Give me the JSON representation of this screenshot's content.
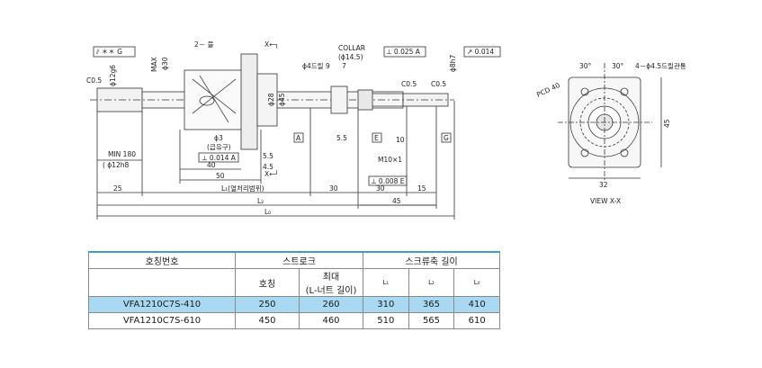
{
  "drawing": {
    "symbols": {
      "runout_box": "⫽ ＊＊ G",
      "parallel_box": "⊥ 0.025 A",
      "runout_right": "↗ 0.014",
      "perp_small": "⊥ 0.014 A",
      "perp_small2": "⊥ 0.008 E"
    },
    "labels": {
      "two_groove": "2－ 블",
      "x_arrow_top": "X←┐",
      "x_arrow_bottom": "X←┘",
      "collar": "COLLAR",
      "collar_dia": "(ϕ14.5)",
      "nine": "9",
      "seven": "7",
      "dia4": "ϕ4드릴",
      "max": "MAX",
      "dia30": "ϕ30",
      "dia28": "ϕ28",
      "dia45": "ϕ45",
      "dia12g6": "ϕ12g6",
      "dia12h8": "ϕ12h8",
      "min180": "MIN 180",
      "min180_sub": "( ϕ12h8",
      "dia3": "ϕ3",
      "grease": "(급유구)",
      "c05": "C0.5",
      "c05b": "C0.5",
      "c05c": "C0.5",
      "lth": "ϕ8h7",
      "m10": "M10×1",
      "A": "A",
      "E": "E",
      "G": "G",
      "d40": "40",
      "d50": "50",
      "d55": "5.5",
      "d45": "4.5",
      "d55b": "5.5",
      "d10": "10",
      "d25": "25",
      "d30": "30",
      "d30b": "30",
      "d15": "15",
      "d45b": "45",
      "l1": "L₁(열처리범위)",
      "l2": "L₂",
      "l3": "L₀",
      "view": "VIEW X-X",
      "pcd": "PCD 40",
      "drill": "4－ϕ4.5드릴관통",
      "ang1": "30°",
      "ang2": "30°",
      "dim45": "45",
      "dim32": "32"
    }
  },
  "table": {
    "col_model": "호칭번호",
    "col_stroke": "스트로크",
    "col_nominal": "호칭",
    "col_max": "최대",
    "col_max_sub": "(L-너트 길이)",
    "col_screw": "스크류축 길이",
    "col_l1": "L₁",
    "col_l2": "L₂",
    "col_l0": "L₀",
    "rows": [
      {
        "model": "VFA1210C7S-410",
        "nominal": "250",
        "max": "260",
        "l1": "310",
        "l2": "365",
        "l0": "410"
      },
      {
        "model": "VFA1210C7S-610",
        "nominal": "450",
        "max": "460",
        "l1": "510",
        "l2": "565",
        "l0": "610"
      }
    ]
  }
}
